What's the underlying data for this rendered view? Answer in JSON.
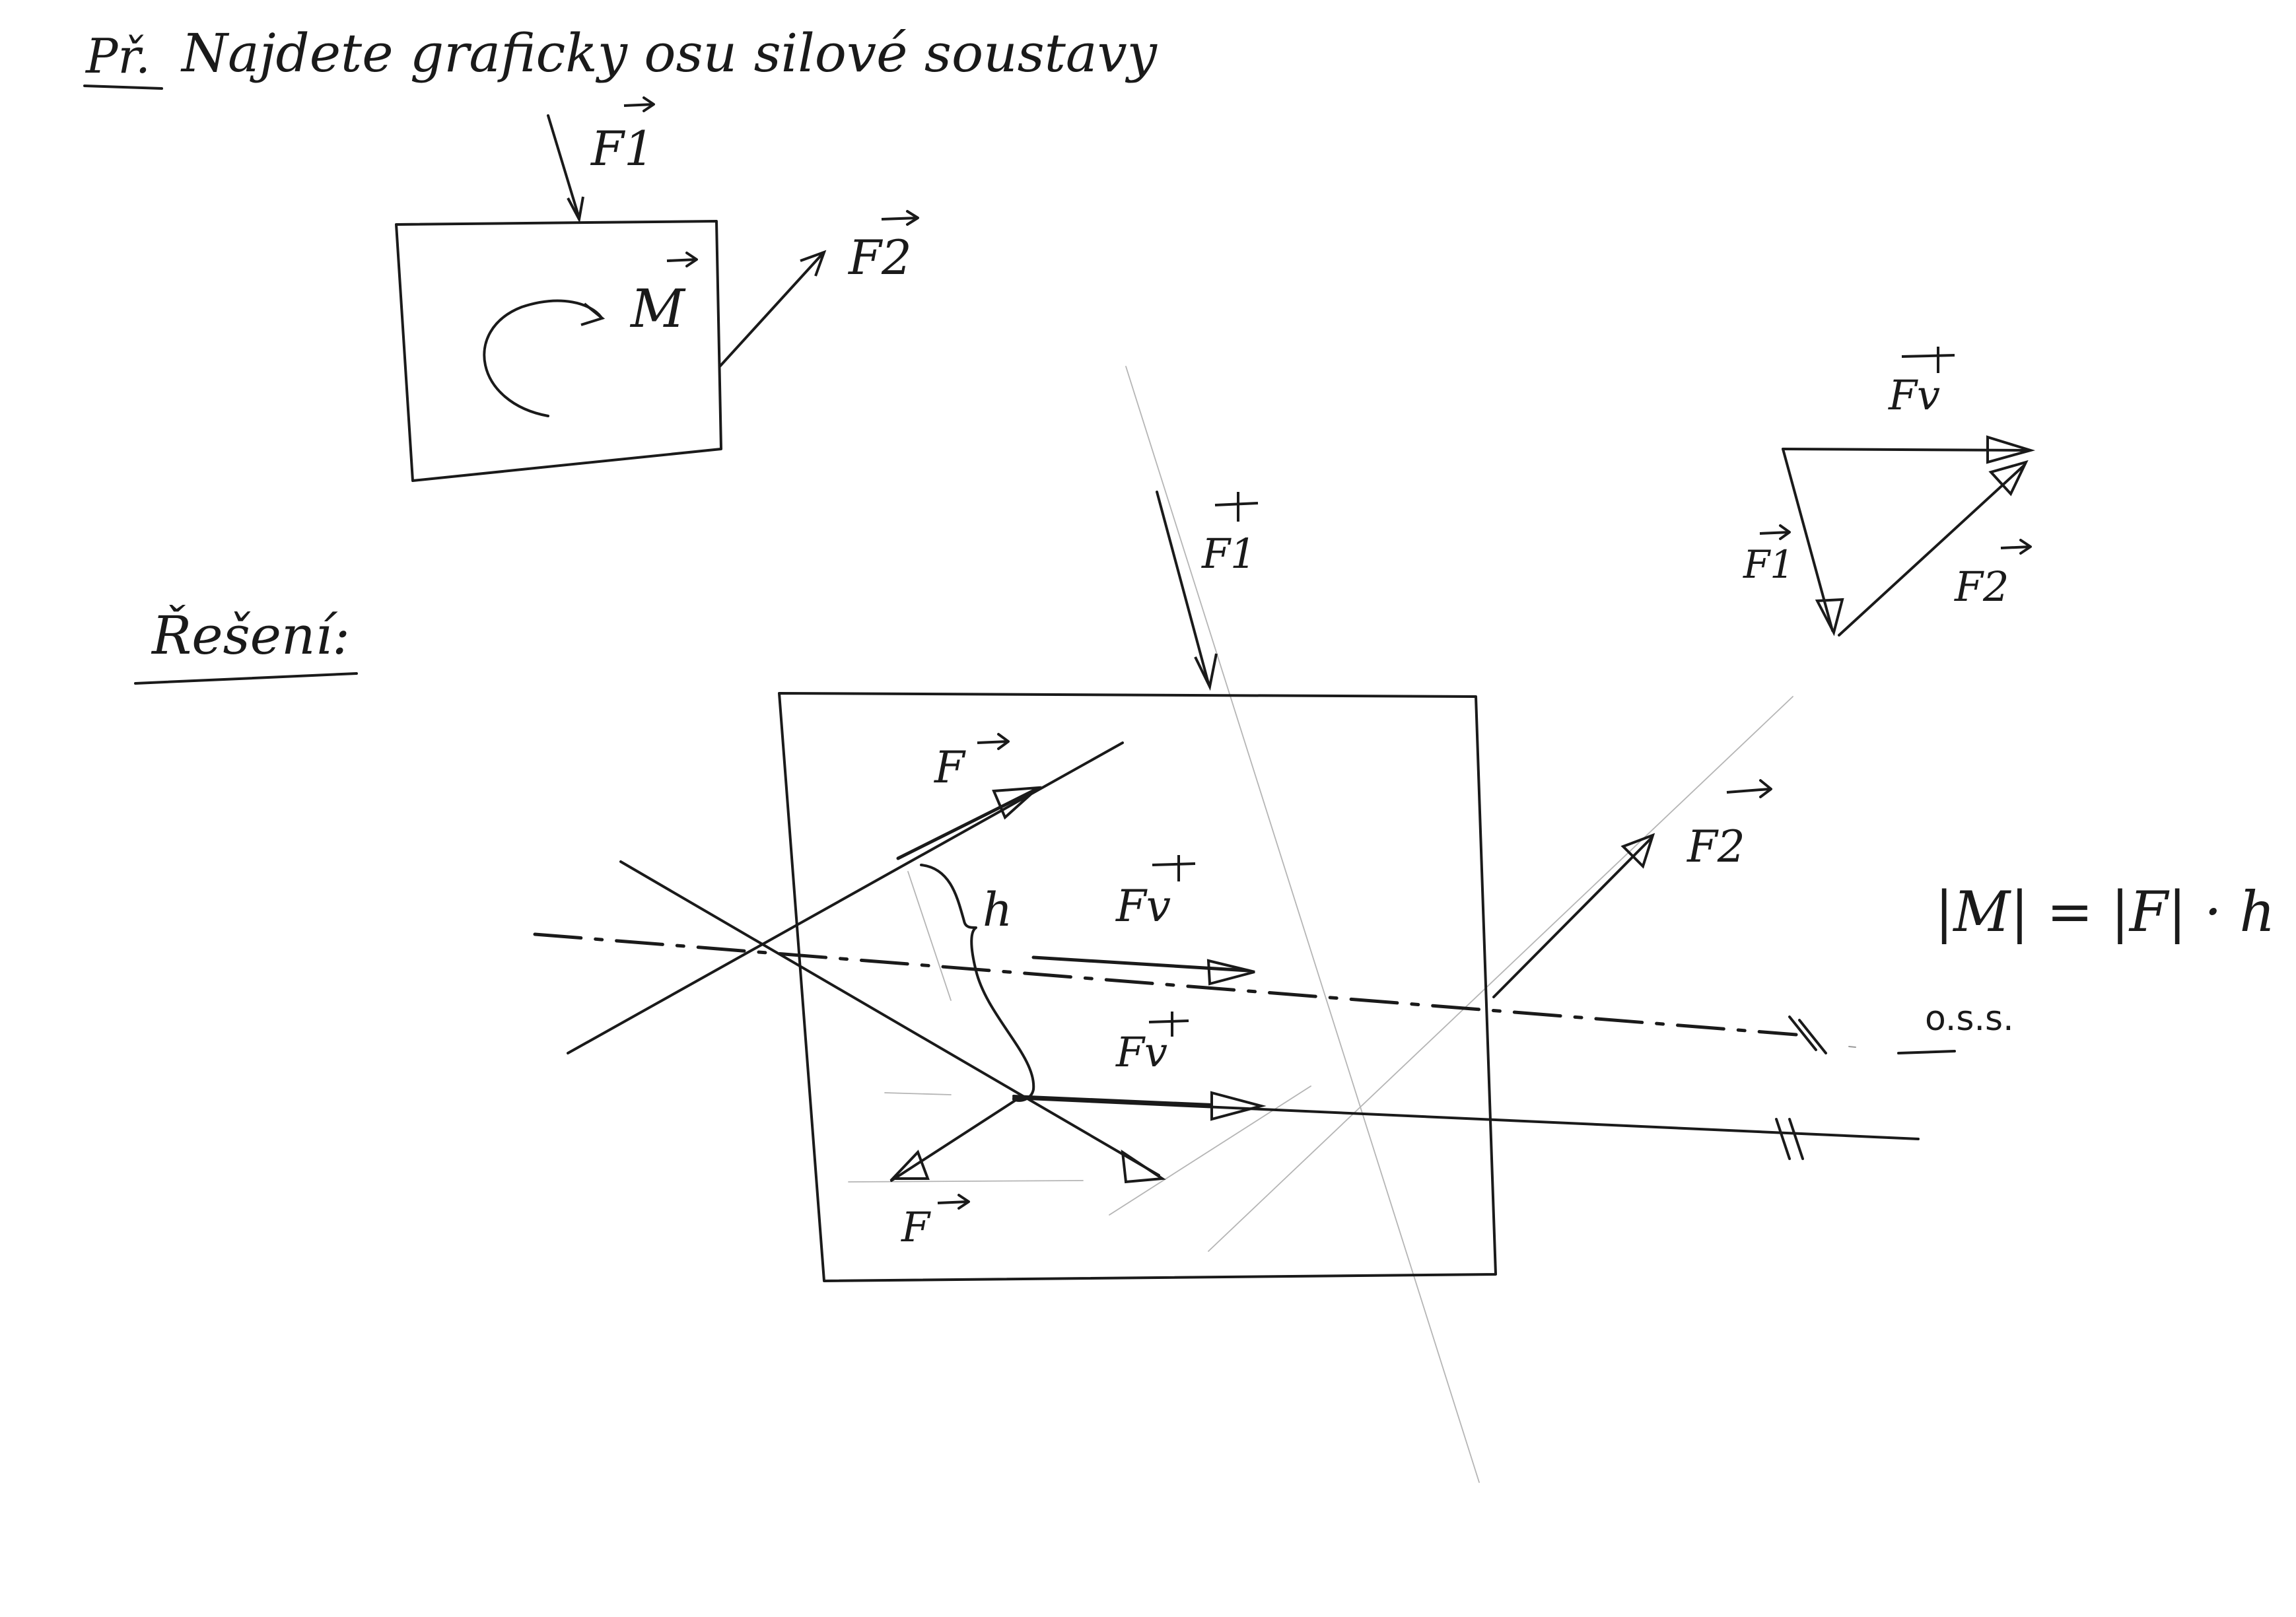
{
  "problem": {
    "prefix": "Př.",
    "statement": "Najdete graficky osu silové soustavy"
  },
  "solution_heading": "Řešení:",
  "labels": {
    "force_1": "F1",
    "force_2": "F2",
    "moment": "M",
    "couple_force": "F",
    "resultant": "Fv",
    "arm": "h",
    "axis": "o.s.s."
  },
  "equation": {
    "text": "|M| = |F| · h"
  }
}
